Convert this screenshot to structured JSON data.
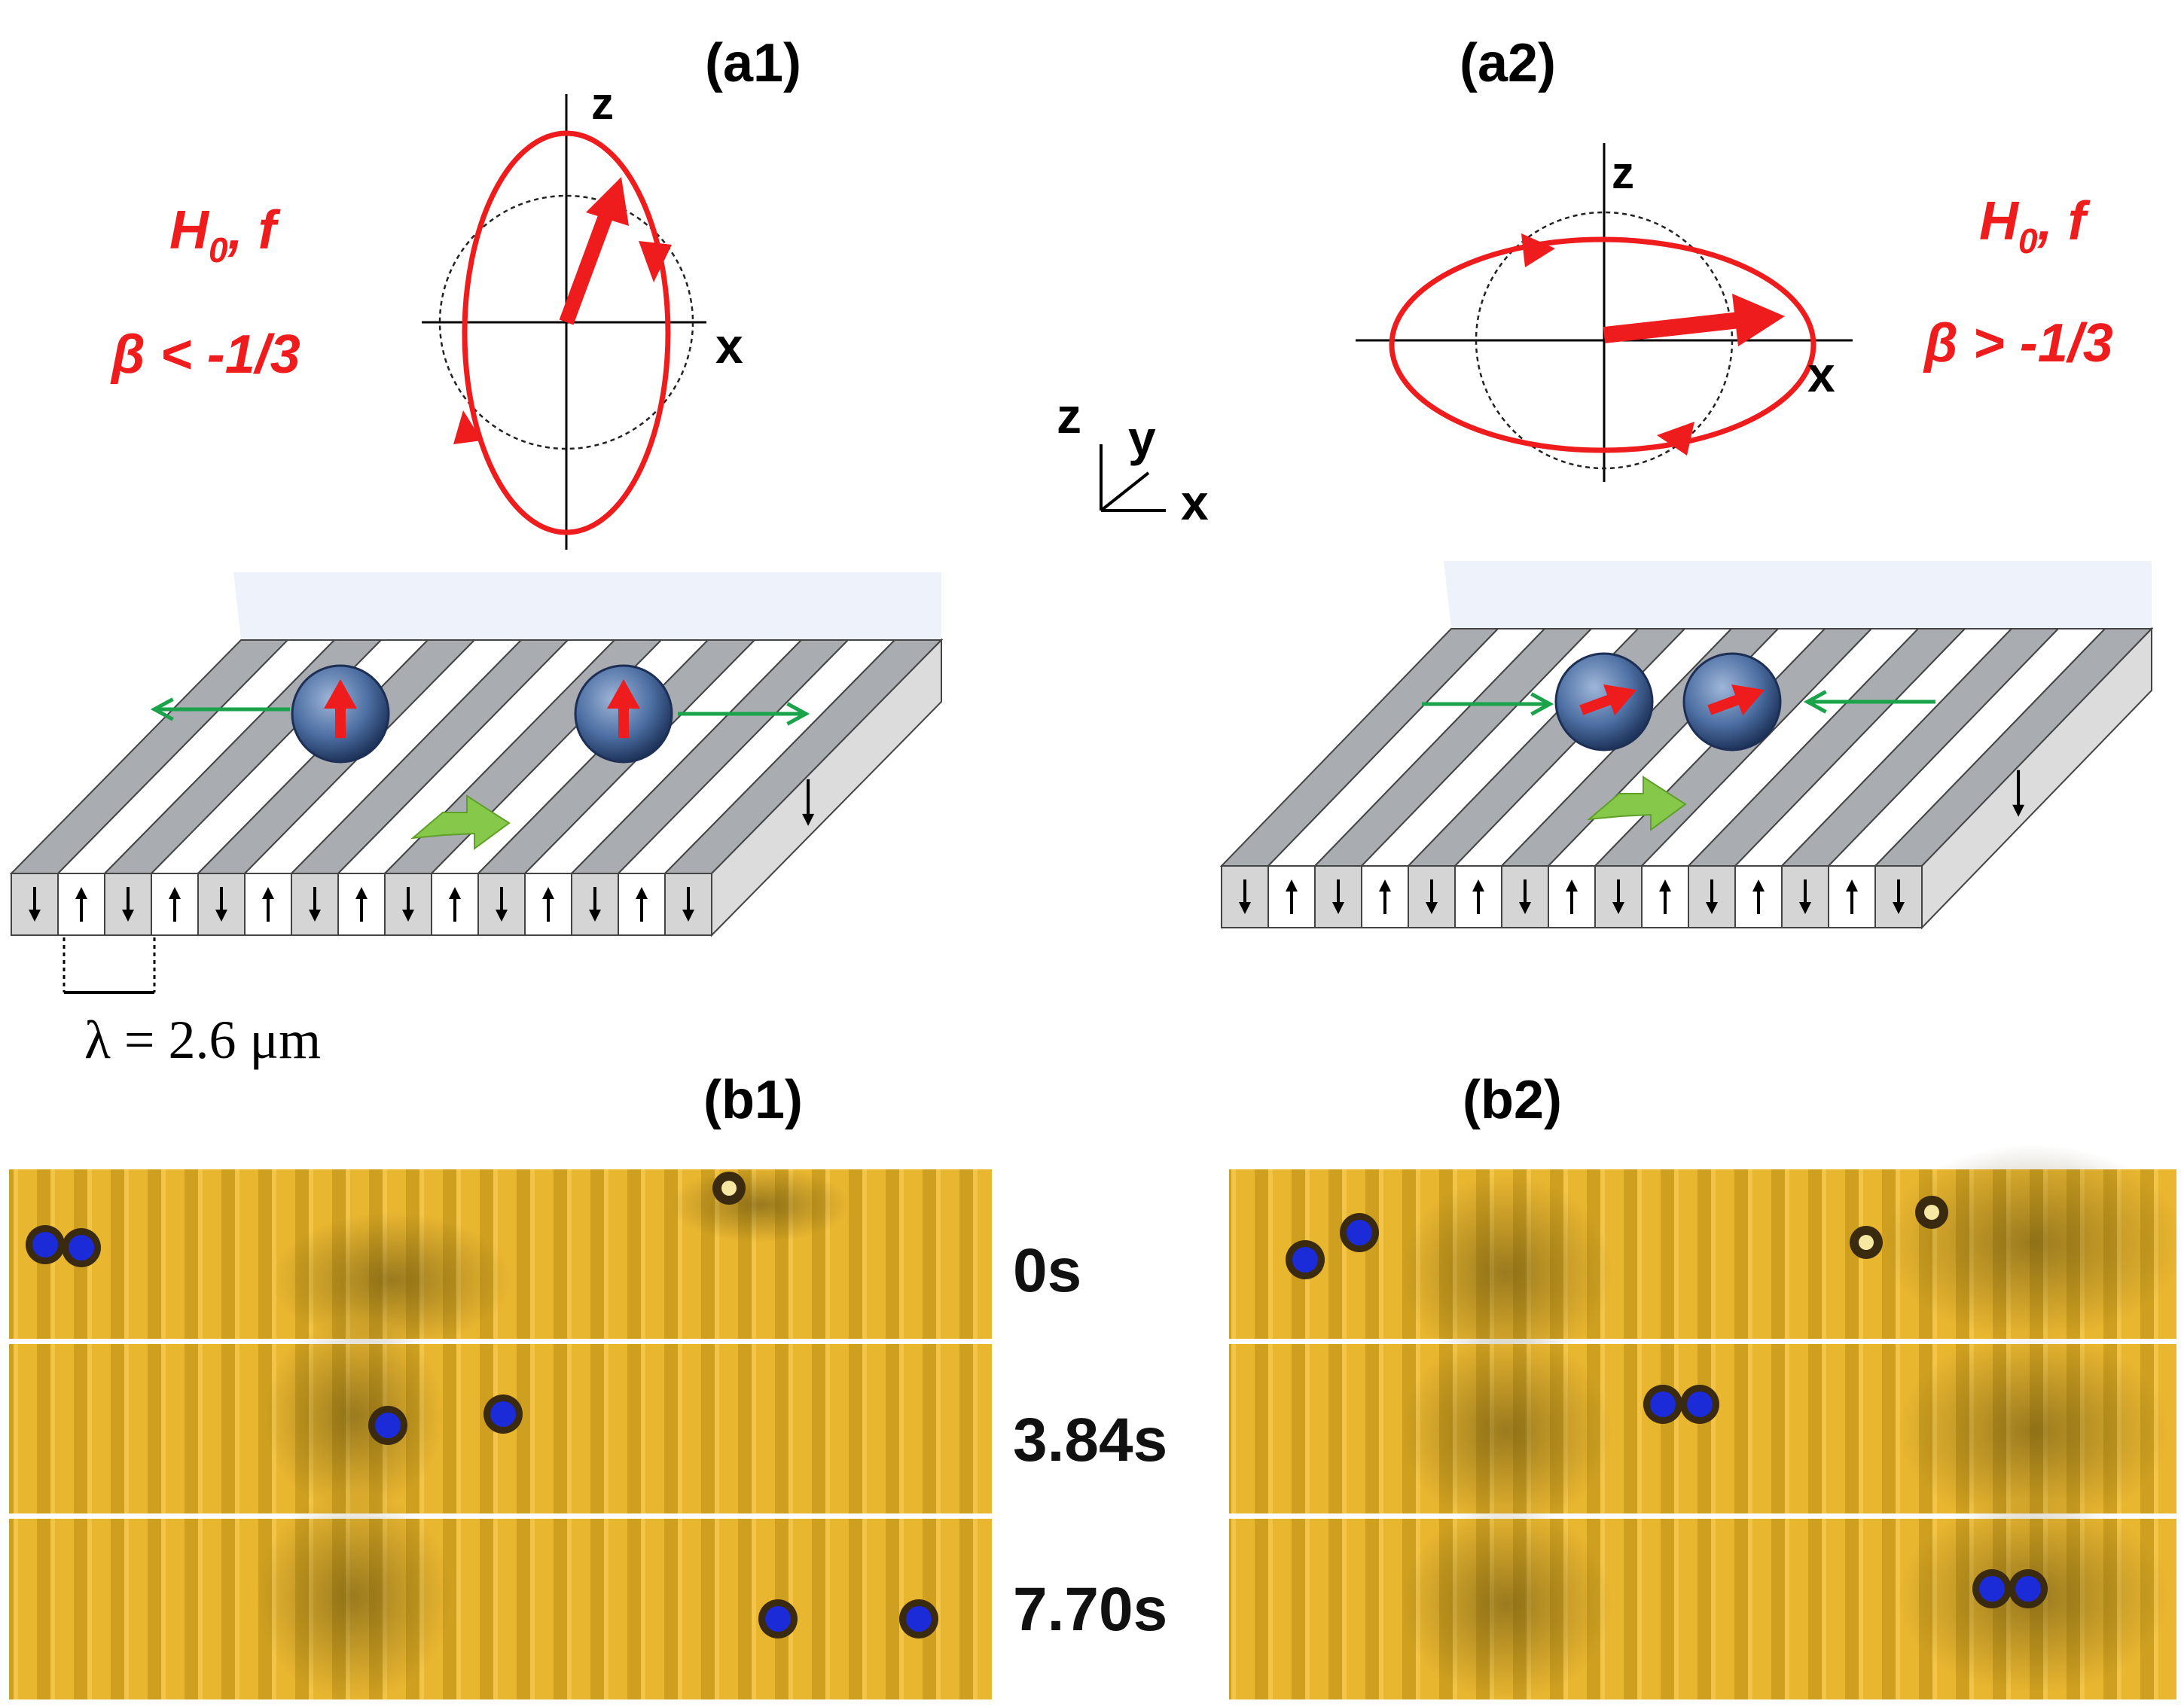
{
  "panels": {
    "a1": "(a1)",
    "a2": "(a2)",
    "b1": "(b1)",
    "b2": "(b2)"
  },
  "axes": {
    "z": "z",
    "x": "x",
    "y": "y"
  },
  "field_label": {
    "h": "H",
    "sub": "0",
    "rest": ", f"
  },
  "beta_left": "β < -1/3",
  "beta_right": "β > -1/3",
  "lambda_label": "λ = 2.6 μm",
  "times": [
    "0s",
    "3.84s",
    "7.70s"
  ],
  "colors": {
    "field": "#ee1c1c",
    "motion": "#1aa34a",
    "stripe_dark": "#a9adb2",
    "film_yellow": "#e7b52e",
    "particle": "#1b2bd8"
  },
  "icons": {
    "arrow_up": "up-arrow-icon",
    "arrow_down": "down-arrow-icon"
  }
}
